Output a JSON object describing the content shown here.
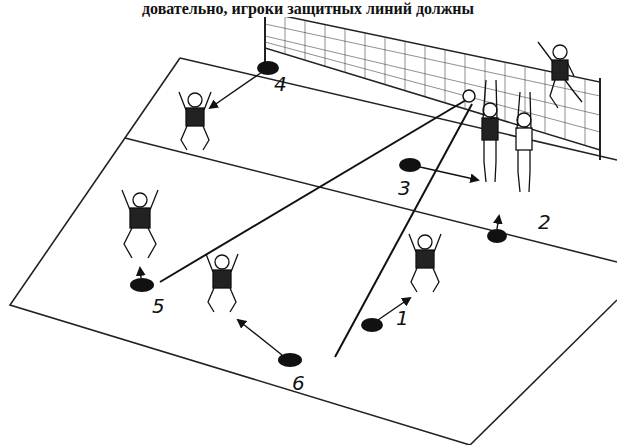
{
  "diagram": {
    "labels": [
      "довательно, игроки защитных линий должны",
      "4",
      "3",
      "2",
      "5",
      "6",
      "1"
    ]
  }
}
